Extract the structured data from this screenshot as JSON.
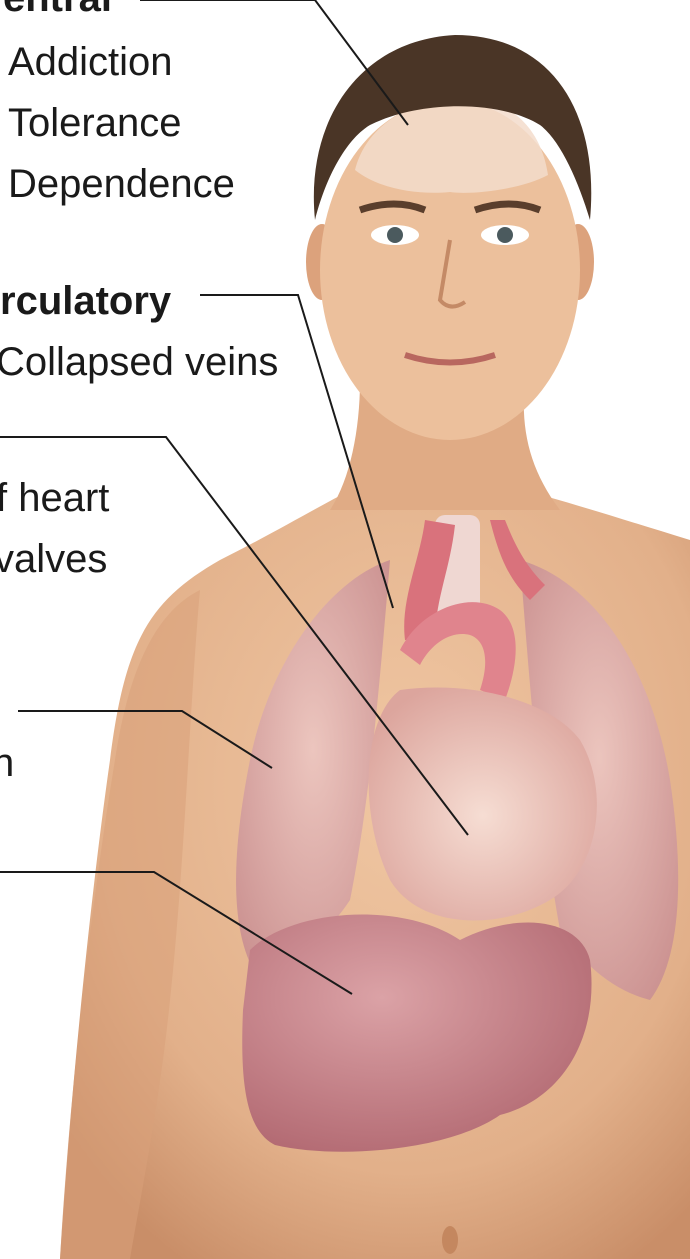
{
  "labels": {
    "central_heading": "entral",
    "central_items": [
      "Addiction",
      "Tolerance",
      "Dependence"
    ],
    "circulatory_heading": "rculatory",
    "circulatory_item": "Collapsed veins",
    "heart_lines": [
      "f heart",
      "valves"
    ],
    "lung_fragment": "n"
  },
  "colors": {
    "skin": "#e7b893",
    "skin_shadow": "#c98e68",
    "hair": "#4a3526",
    "lung": "#d9a3a3",
    "heart": "#e8b9ad",
    "artery": "#d9727c",
    "liver": "#c47f86",
    "leader_line": "#1a1a1a",
    "text": "#1a1a1a"
  }
}
